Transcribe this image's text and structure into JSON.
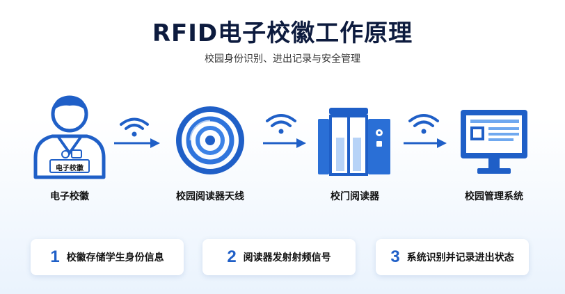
{
  "title": "RFID电子校徽工作原理",
  "subtitle": "校园身份识别、进出记录与安全管理",
  "badge_text": "电子校徽",
  "nodes": [
    {
      "label": "电子校徽",
      "icon": "student-badge-icon"
    },
    {
      "label": "校园阅读器天线",
      "icon": "antenna-icon"
    },
    {
      "label": "校门阅读器",
      "icon": "gate-reader-icon"
    },
    {
      "label": "校园管理系统",
      "icon": "monitor-icon"
    }
  ],
  "steps": [
    {
      "num": "1",
      "text": "校徽存储学生身份信息"
    },
    {
      "num": "2",
      "text": "阅读器发射射频信号"
    },
    {
      "num": "3",
      "text": "系统识别并记录进出状态"
    }
  ],
  "colors": {
    "accent": "#1f5fc7",
    "light": "#6fa8ef",
    "title": "#0d1b3e"
  }
}
